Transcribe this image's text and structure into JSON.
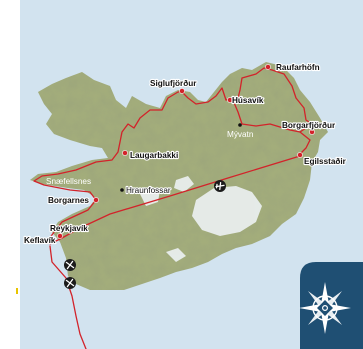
{
  "colors": {
    "sea": "#d2e3ef",
    "land": "#a3ad7b",
    "land_dark": "#7f8d5c",
    "glacier": "#e9eeee",
    "route": "#d2232a",
    "badge": "#1f4f73"
  },
  "places": [
    {
      "name": "Raufarhöfn",
      "bold": true
    },
    {
      "name": "Siglufjörður",
      "bold": true
    },
    {
      "name": "Húsavík",
      "bold": true
    },
    {
      "name": "Mývatn",
      "bold": false
    },
    {
      "name": "Borgarfjörður",
      "bold": true
    },
    {
      "name": "Egilsstaðir",
      "bold": true
    },
    {
      "name": "Laugarbakki",
      "bold": true
    },
    {
      "name": "Snæfellsnes",
      "bold": false
    },
    {
      "name": "Hraunfossar",
      "bold": false
    },
    {
      "name": "Borgarnes",
      "bold": true
    },
    {
      "name": "Reykjavík",
      "bold": true
    },
    {
      "name": "Keflavík",
      "bold": true
    }
  ],
  "icons": [
    "airplane-icon",
    "compass-rose-icon"
  ]
}
